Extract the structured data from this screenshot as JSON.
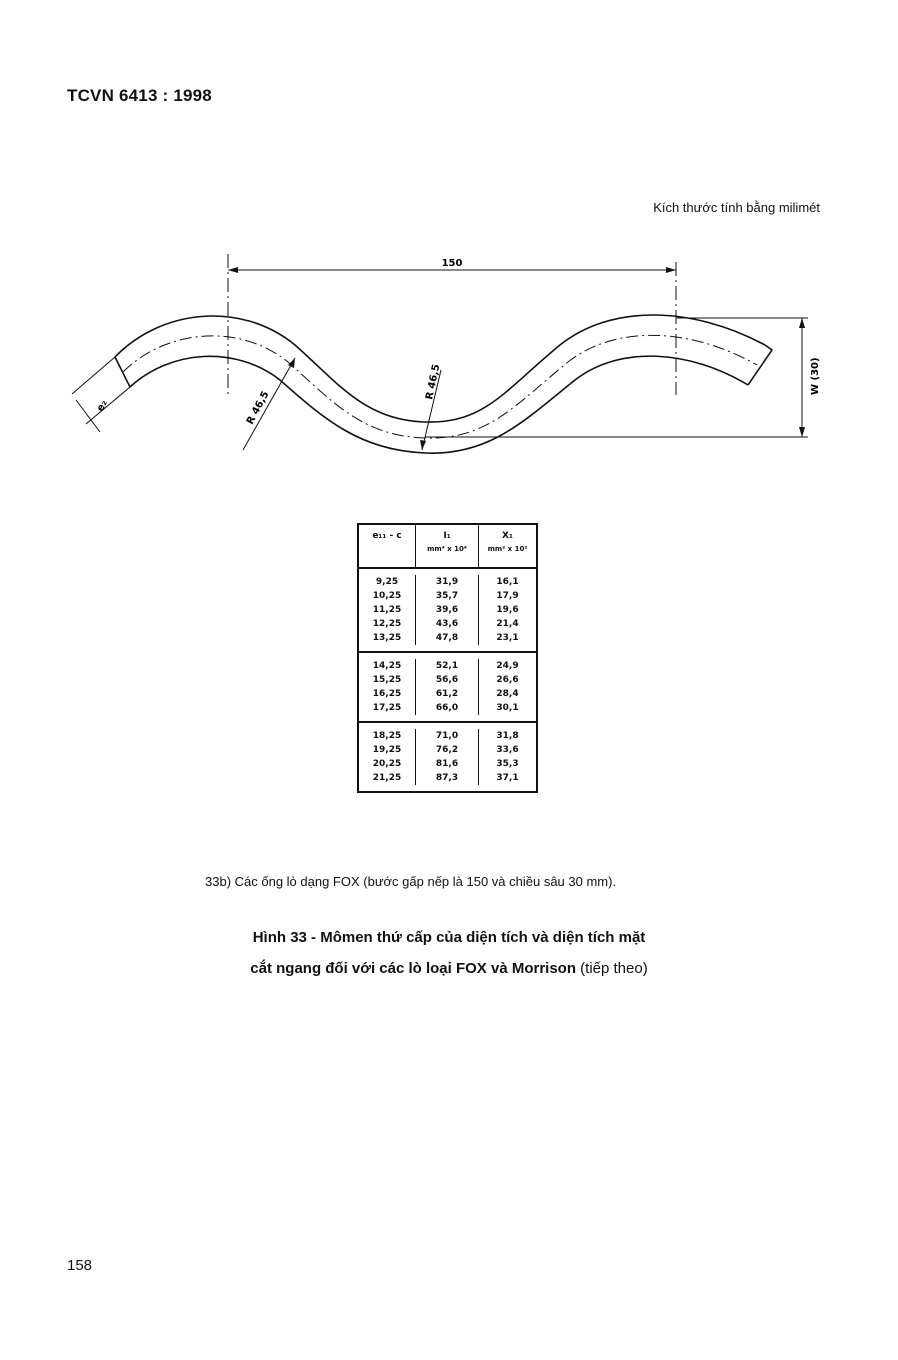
{
  "header": {
    "standard": "TCVN 6413 : 1998"
  },
  "units_note": "Kích thước tính bằng milimét",
  "drawing": {
    "pitch_label": "150",
    "radius_label_left": "R 46,5",
    "radius_label_mid": "R 46,5",
    "depth_label": "W (30)",
    "thickness_label": "e₂"
  },
  "table": {
    "headers": [
      {
        "main": "e₁₁ - c",
        "sub": ""
      },
      {
        "main": "I₁",
        "sub": "mm⁴ x 10⁴"
      },
      {
        "main": "X₁",
        "sub": "mm² x 10²"
      }
    ],
    "groups": [
      [
        [
          "9,25",
          "31,9",
          "16,1"
        ],
        [
          "10,25",
          "35,7",
          "17,9"
        ],
        [
          "11,25",
          "39,6",
          "19,6"
        ],
        [
          "12,25",
          "43,6",
          "21,4"
        ],
        [
          "13,25",
          "47,8",
          "23,1"
        ]
      ],
      [
        [
          "14,25",
          "52,1",
          "24,9"
        ],
        [
          "15,25",
          "56,6",
          "26,6"
        ],
        [
          "16,25",
          "61,2",
          "28,4"
        ],
        [
          "17,25",
          "66,0",
          "30,1"
        ]
      ],
      [
        [
          "18,25",
          "71,0",
          "31,8"
        ],
        [
          "19,25",
          "76,2",
          "33,6"
        ],
        [
          "20,25",
          "81,6",
          "35,3"
        ],
        [
          "21,25",
          "87,3",
          "37,1"
        ]
      ]
    ]
  },
  "caption": "33b)   Các ống lò dạng FOX (bước gấp nếp là 150 và chiều sâu 30 mm).",
  "figure_title": {
    "line1": "Hình 33 - Mômen thứ cấp của diện tích và diện tích mặt",
    "line2_bold": "cắt ngang đối với các lò loại FOX và Morrison",
    "line2_normal": " (tiếp theo)"
  },
  "page_number": "158"
}
